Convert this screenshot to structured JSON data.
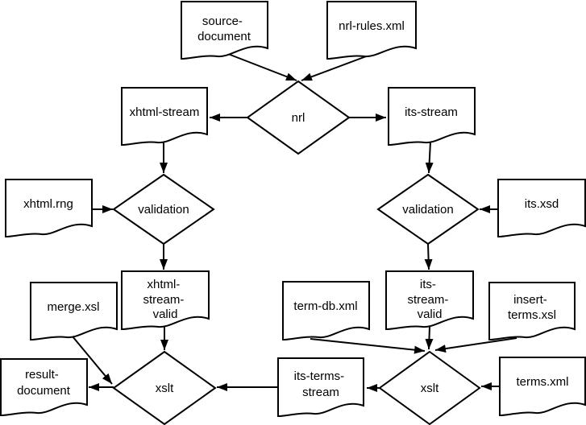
{
  "diagram": {
    "background": "#ffffff",
    "stroke_color": "#000000",
    "text_color": "#000000",
    "nodes": {
      "source_document": {
        "shape": "document",
        "lines": [
          "source-",
          "document"
        ]
      },
      "nrl_rules_xml": {
        "shape": "document",
        "lines": [
          "nrl-rules.xml"
        ]
      },
      "xhtml_stream": {
        "shape": "document",
        "lines": [
          "xhtml-stream"
        ]
      },
      "its_stream": {
        "shape": "document",
        "lines": [
          "its-stream"
        ]
      },
      "nrl": {
        "shape": "decision",
        "lines": [
          "nrl"
        ]
      },
      "xhtml_rng": {
        "shape": "document",
        "lines": [
          "xhtml.rng"
        ]
      },
      "validation_left": {
        "shape": "decision",
        "lines": [
          "validation"
        ]
      },
      "validation_right": {
        "shape": "decision",
        "lines": [
          "validation"
        ]
      },
      "its_xsd": {
        "shape": "document",
        "lines": [
          "its.xsd"
        ]
      },
      "xhtml_stream_valid": {
        "shape": "document",
        "lines": [
          "xhtml-",
          "stream-",
          "valid"
        ]
      },
      "its_stream_valid": {
        "shape": "document",
        "lines": [
          "its-",
          "stream-",
          "valid"
        ]
      },
      "merge_xsl": {
        "shape": "document",
        "lines": [
          "merge.xsl"
        ]
      },
      "term_db_xml": {
        "shape": "document",
        "lines": [
          "term-db.xml"
        ]
      },
      "insert_terms_xsl": {
        "shape": "document",
        "lines": [
          "insert-",
          "terms.xsl"
        ]
      },
      "result_document": {
        "shape": "document",
        "lines": [
          "result-",
          "document"
        ]
      },
      "its_terms_stream": {
        "shape": "document",
        "lines": [
          "its-terms-",
          "stream"
        ]
      },
      "terms_xml": {
        "shape": "document",
        "lines": [
          "terms.xml"
        ]
      },
      "xslt_left": {
        "shape": "decision",
        "lines": [
          "xslt"
        ]
      },
      "xslt_right": {
        "shape": "decision",
        "lines": [
          "xslt"
        ]
      }
    },
    "edges": [
      {
        "from": "source_document",
        "to": "nrl"
      },
      {
        "from": "nrl_rules_xml",
        "to": "nrl"
      },
      {
        "from": "nrl",
        "to": "xhtml_stream"
      },
      {
        "from": "nrl",
        "to": "its_stream"
      },
      {
        "from": "xhtml_stream",
        "to": "validation_left"
      },
      {
        "from": "xhtml_rng",
        "to": "validation_left"
      },
      {
        "from": "validation_left",
        "to": "xhtml_stream_valid"
      },
      {
        "from": "its_stream",
        "to": "validation_right"
      },
      {
        "from": "its_xsd",
        "to": "validation_right"
      },
      {
        "from": "validation_right",
        "to": "its_stream_valid"
      },
      {
        "from": "xhtml_stream_valid",
        "to": "xslt_left"
      },
      {
        "from": "merge_xsl",
        "to": "xslt_left"
      },
      {
        "from": "its_terms_stream",
        "to": "xslt_left"
      },
      {
        "from": "xslt_left",
        "to": "result_document"
      },
      {
        "from": "its_stream_valid",
        "to": "xslt_right"
      },
      {
        "from": "term_db_xml",
        "to": "xslt_right"
      },
      {
        "from": "insert_terms_xsl",
        "to": "xslt_right"
      },
      {
        "from": "terms_xml",
        "to": "xslt_right"
      },
      {
        "from": "xslt_right",
        "to": "its_terms_stream"
      }
    ]
  }
}
